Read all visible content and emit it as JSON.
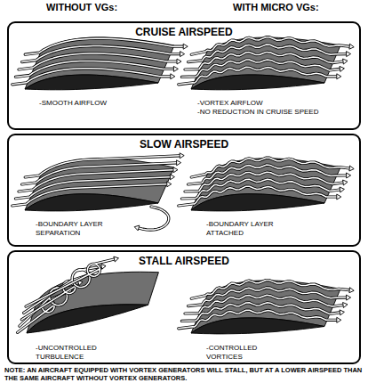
{
  "diagram": {
    "nodes": [
      {
        "text": [
          "CRUISE AIRSPEED"
        ]
      },
      {
        "text": [
          "SLOW AIRSPEED"
        ]
      },
      {
        "text": [
          "STALL AIRSPEED"
        ]
      }
    ],
    "labels": [
      "WITHOUT VGs:",
      "WITH MICRO VGs:",
      "-SMOOTH AIRFLOW",
      "-VORTEX AIRFLOW",
      "-NO REDUCTION IN CRUISE SPEED",
      "-BOUNDARY LAYER SEPARATION",
      "-BOUNDARY LAYER ATTACHED",
      "-UNCONTROLLED TURBULENCE",
      "-CONTROLLED VORTICES",
      "NOTE: AN AIRCRAFT EQUIPPED WITH VORTEX GENERATORS WILL STALL, BUT AT A LOWER AIRSPEED THAN THE SAME AIRCRAFT WITHOUT VORTEX GENERATORS."
    ]
  }
}
